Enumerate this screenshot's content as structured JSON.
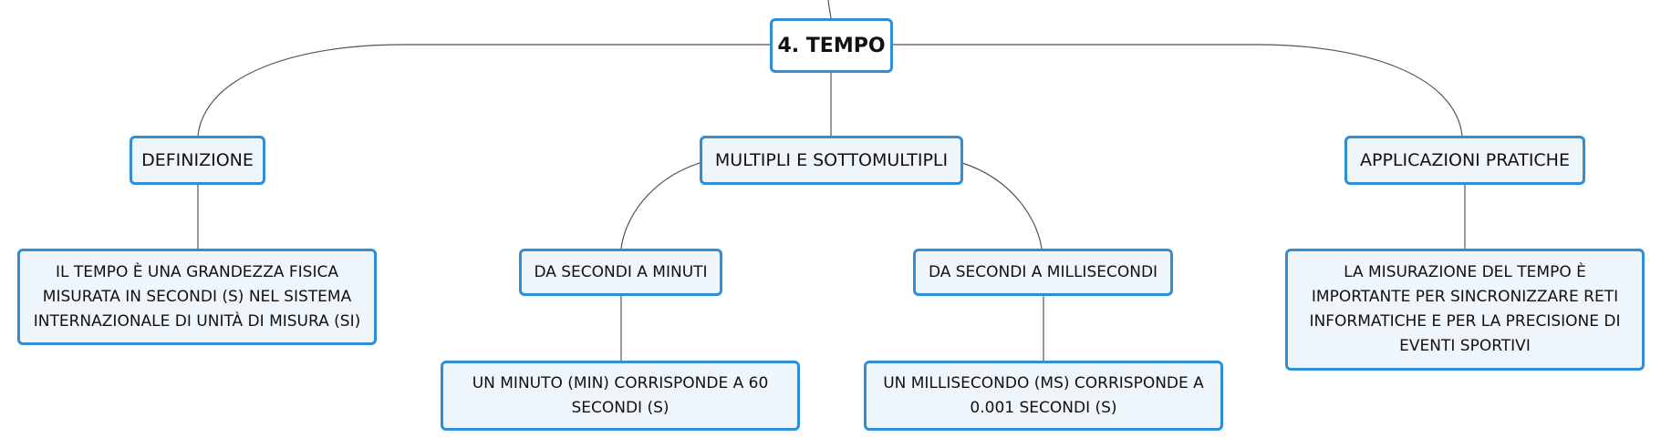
{
  "mindmap": {
    "root": {
      "label": "4. TEMPO"
    },
    "definizione": {
      "label": "DEFINIZIONE",
      "detail": "IL TEMPO È UNA GRANDEZZA FISICA MISURATA IN SECONDI (S) NEL SISTEMA INTERNAZIONALE DI UNITÀ DI MISURA (SI)"
    },
    "multipli": {
      "label": "MULTIPLI E SOTTOMULTIPLI",
      "minuti": {
        "label": "DA SECONDI A MINUTI",
        "detail": "UN MINUTO (MIN) CORRISPONDE A 60 SECONDI (S)"
      },
      "millisecondi": {
        "label": "DA SECONDI A MILLISECONDI",
        "detail": "UN MILLISECONDO (MS) CORRISPONDE A 0.001 SECONDI (S)"
      }
    },
    "applicazioni": {
      "label": "APPLICAZIONI PRATICHE",
      "detail": "LA MISURAZIONE DEL TEMPO È IMPORTANTE PER SINCRONIZZARE RETI INFORMATICHE E PER LA PRECISIONE DI EVENTI SPORTIVI"
    }
  },
  "colors": {
    "node_border": "#2e8fd8",
    "node_fill": "#eef6fc",
    "root_fill": "#ffffff",
    "connector": "#555555"
  }
}
